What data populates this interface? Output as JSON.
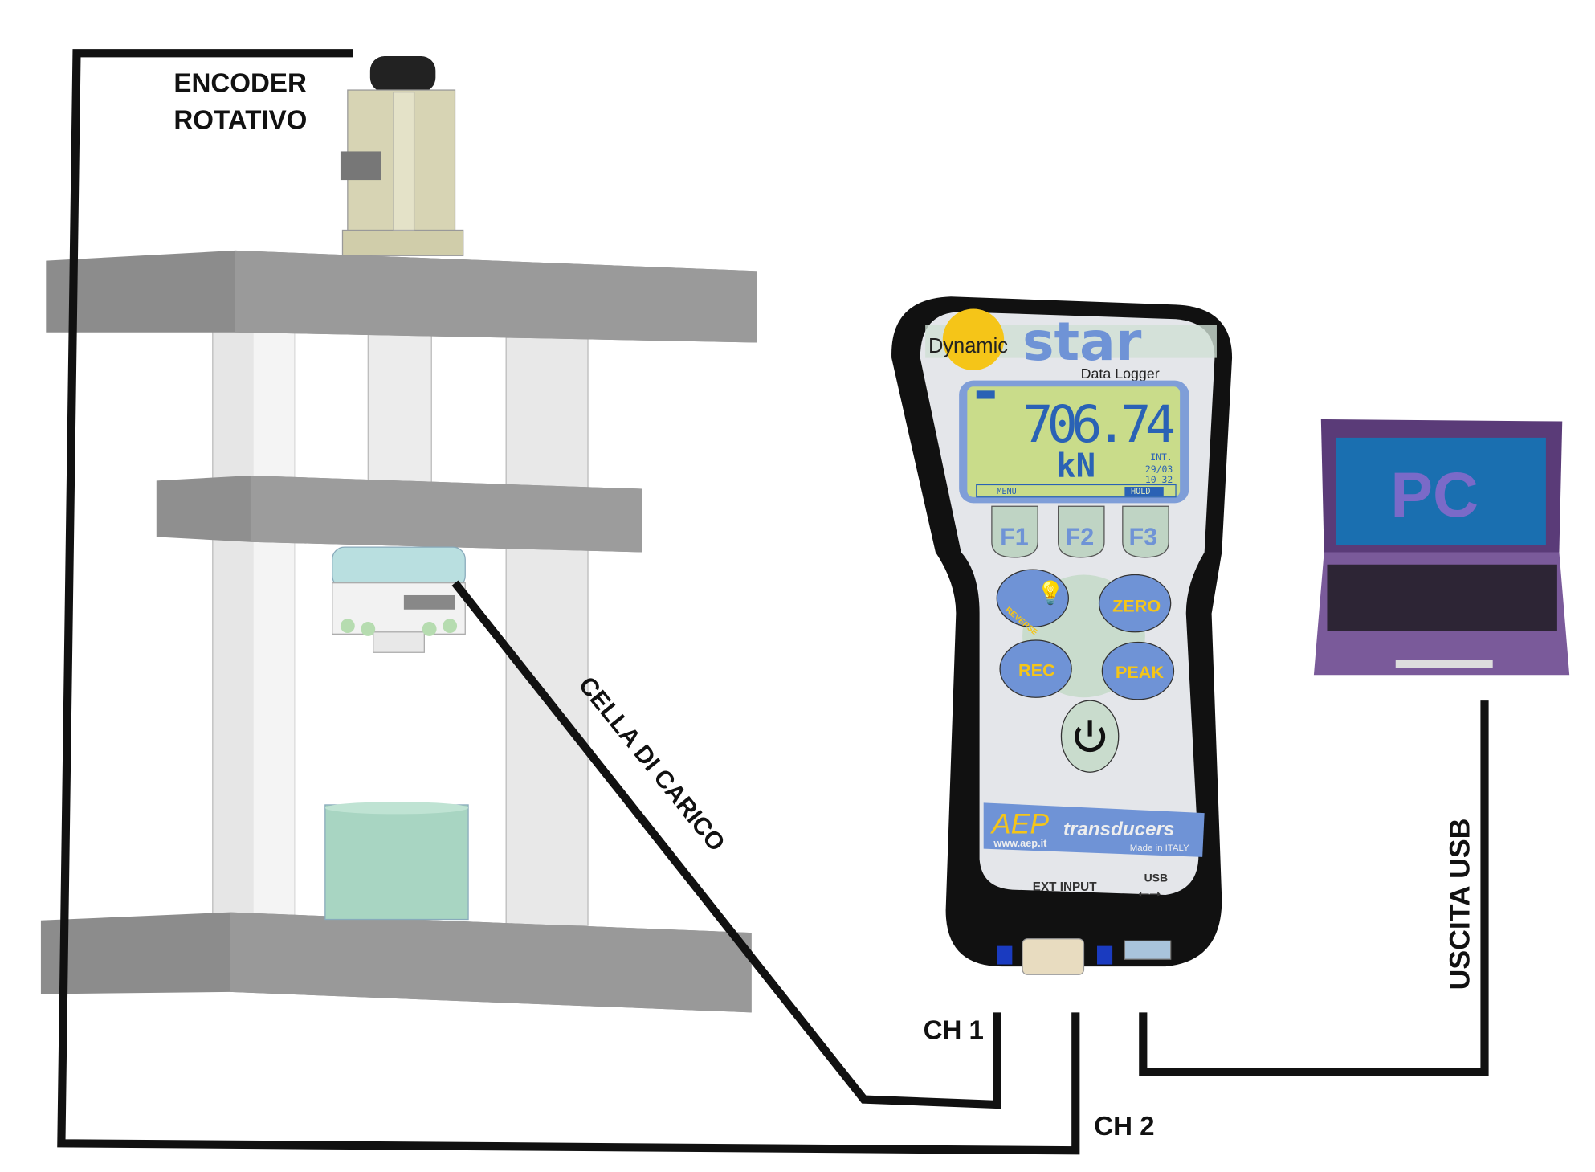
{
  "labels": {
    "encoder_line1": "ENCODER",
    "encoder_line2": "ROTATIVO",
    "load_cell": "CELLA DI CARICO",
    "ch1": "CH 1",
    "ch2": "CH 2",
    "usb_out": "USCITA USB",
    "pc": "PC"
  },
  "device": {
    "brand_dynamic": "Dynamic",
    "brand_star": "star",
    "subtitle": "Data Logger",
    "display": {
      "value": "706.74",
      "unit": "kN",
      "mode": "INT.",
      "date": "29/03",
      "time": "10 32",
      "softkeys": [
        "MENU",
        "",
        "HOLD"
      ]
    },
    "fkeys": [
      "F1",
      "F2",
      "F3"
    ],
    "buttons": {
      "reverse": "REVERSE",
      "zero": "ZERO",
      "rec": "REC",
      "peak": "PEAK"
    },
    "maker": "AEP",
    "maker_suffix": "transducers",
    "website": "www.aep.it",
    "made_in": "Made in ITALY",
    "port_ext": "EXT INPUT",
    "port_usb": "USB"
  },
  "colors": {
    "accent_blue": "#6f93d6",
    "lcd": "#c9dc8a",
    "brand_yellow": "#f5c518"
  }
}
